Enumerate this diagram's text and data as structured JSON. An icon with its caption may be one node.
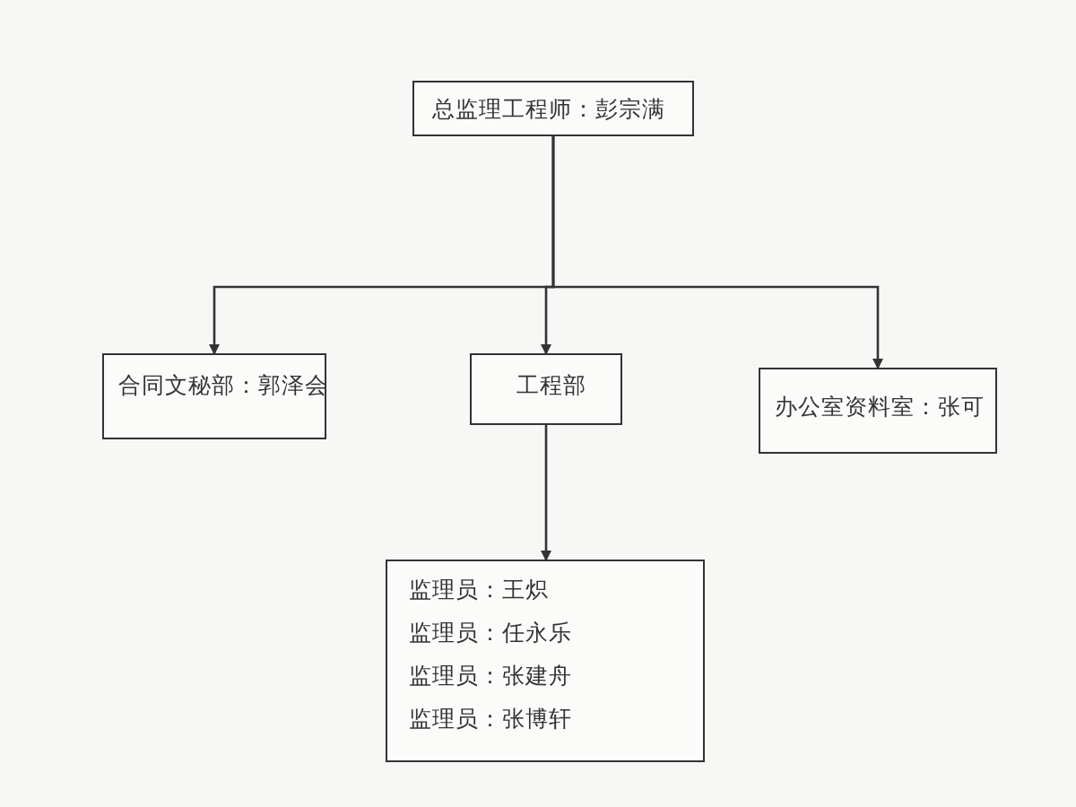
{
  "diagram": {
    "nodes": [
      {
        "text": [
          "总监理工程师：彭宗满"
        ]
      },
      {
        "text": [
          "合同文秘部：郭泽会"
        ]
      },
      {
        "text": [
          "工程部"
        ]
      },
      {
        "text": [
          "办公室资料室：张可"
        ]
      },
      {
        "text": [
          "监理员：王炽",
          "监理员：任永乐",
          "监理员：张建舟",
          "监理员：张博轩"
        ]
      }
    ],
    "edges": [
      {
        "from": 0,
        "to": 1,
        "arrow": "to"
      },
      {
        "from": 0,
        "to": 2,
        "arrow": "to"
      },
      {
        "from": 0,
        "to": 3,
        "arrow": "to"
      },
      {
        "from": 2,
        "to": 4,
        "arrow": "to"
      }
    ]
  }
}
